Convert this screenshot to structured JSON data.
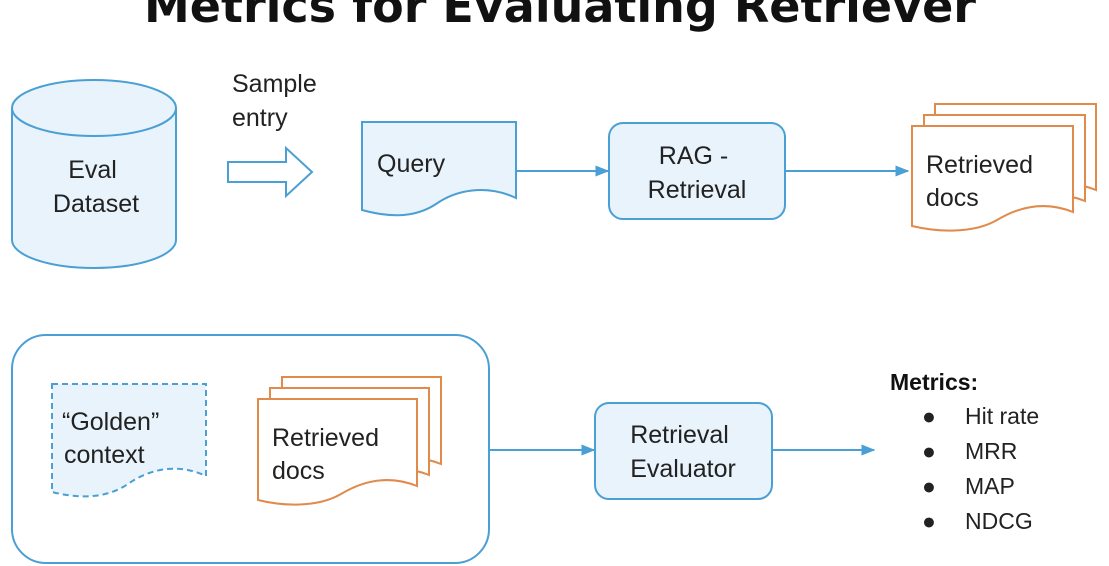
{
  "title": "Metrics for Evaluating Retriever",
  "colors": {
    "blue_stroke": "#4a9fd4",
    "blue_fill": "#e8f3fb",
    "orange_stroke": "#e08a4c",
    "arrow": "#4a9fd4"
  },
  "nodes": {
    "eval_dataset": [
      "Eval",
      "Dataset"
    ],
    "sample_entry": [
      "Sample",
      "entry"
    ],
    "query": [
      "Query"
    ],
    "rag_retrieval": [
      "RAG -",
      "Retrieval"
    ],
    "retrieved_docs_top": [
      "Retrieved",
      "docs"
    ],
    "golden_context": [
      "“Golden”",
      "context"
    ],
    "retrieved_docs_bottom": [
      "Retrieved",
      "docs"
    ],
    "retrieval_evaluator": [
      "Retrieval",
      "Evaluator"
    ]
  },
  "metrics": {
    "title": "Metrics:",
    "bullet": "●",
    "items": [
      "Hit rate",
      "MRR",
      "MAP",
      "NDCG"
    ]
  }
}
